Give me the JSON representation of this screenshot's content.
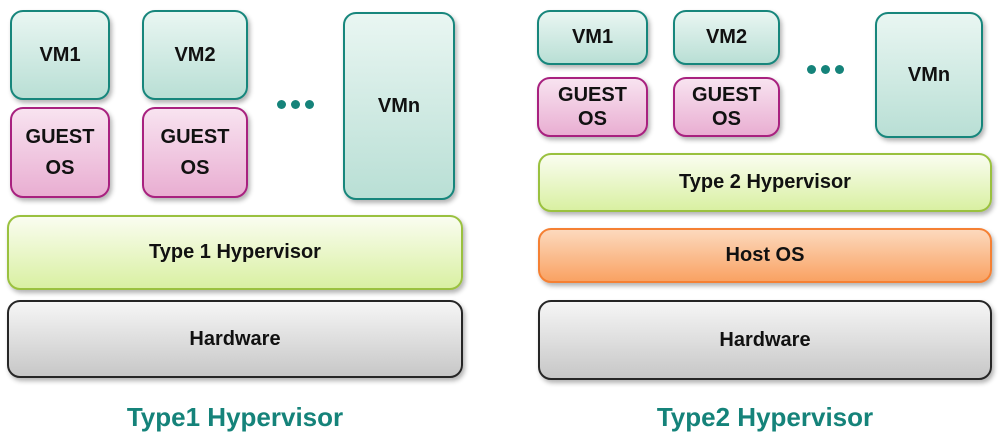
{
  "colors": {
    "vm_border": "#17867C",
    "vm_fill_top": "#E9F6F2",
    "vm_fill_bottom": "#B9DFD5",
    "guest_border": "#A8217F",
    "guest_fill_top": "#F8E3F0",
    "guest_fill_bottom": "#E9AED2",
    "hypervisor_border": "#9AC13F",
    "hypervisor_fill_top": "#FAFDF0",
    "hypervisor_fill_bottom": "#D9F0A2",
    "host_border": "#F58033",
    "host_fill_top": "#FCD9BD",
    "host_fill_bottom": "#F9A263",
    "hardware_border": "#262626",
    "hardware_fill_top": "#F6F6F6",
    "hardware_fill_bottom": "#C7C7C7",
    "caption_text": "#15837A",
    "box_text": "#111111"
  },
  "icons": {
    "ellipsis": "three-teal-dots"
  },
  "panels": [
    {
      "caption": "Type1 Hypervisor",
      "vm1": "VM1",
      "vm2": "VM2",
      "vmn": "VMn",
      "guest_os_1": "GUEST OS",
      "guest_os_2": "GUEST OS",
      "hypervisor": "Type 1 Hypervisor",
      "hardware": "Hardware"
    },
    {
      "caption": "Type2 Hypervisor",
      "vm1": "VM1",
      "vm2": "VM2",
      "vmn": "VMn",
      "guest_os_1": "GUEST OS",
      "guest_os_2": "GUEST OS",
      "hypervisor": "Type 2 Hypervisor",
      "host_os": "Host OS",
      "hardware": "Hardware"
    }
  ]
}
